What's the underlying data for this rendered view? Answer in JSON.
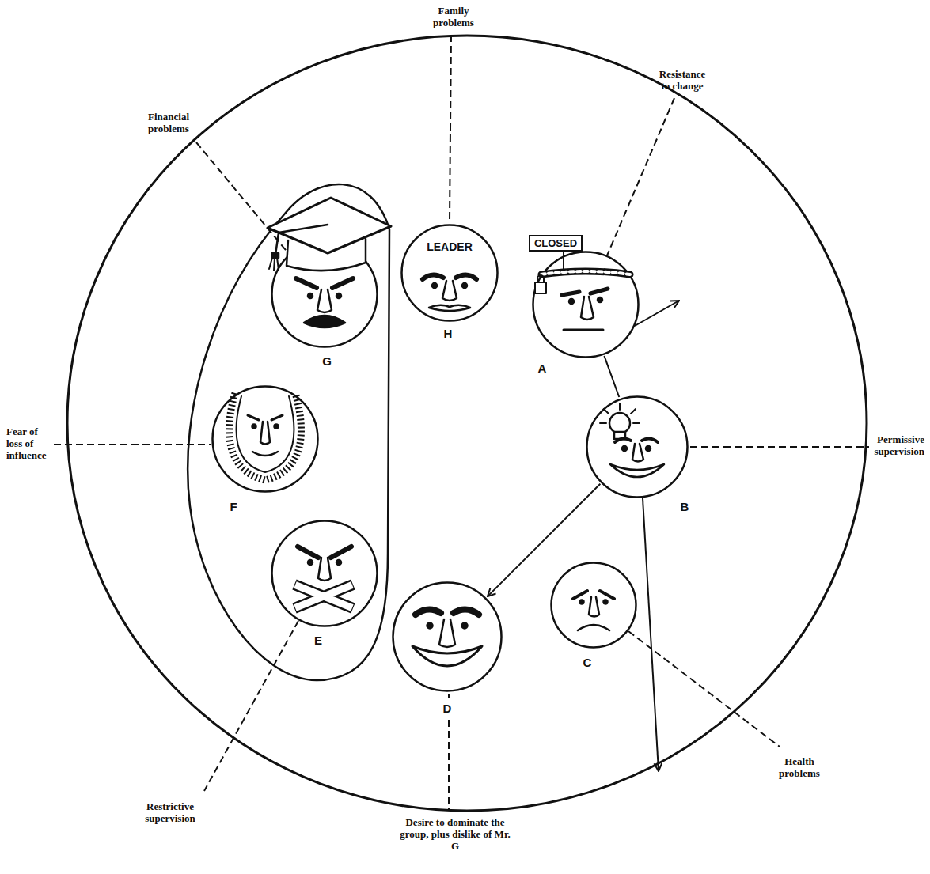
{
  "diagram": {
    "nodes": [
      {
        "text": [
          "G"
        ]
      },
      {
        "text": [
          "LEADER",
          "H"
        ]
      },
      {
        "text": [
          "CLOSED",
          "A"
        ]
      },
      {
        "text": [
          "B"
        ]
      },
      {
        "text": [
          "C"
        ]
      },
      {
        "text": [
          "D"
        ]
      },
      {
        "text": [
          "E"
        ]
      },
      {
        "text": [
          "F"
        ]
      }
    ],
    "edges": [
      {
        "from": 2,
        "to": 3,
        "arrow": "none"
      },
      {
        "from": 3,
        "to": 5,
        "arrow": "to"
      }
    ],
    "labels": [
      "Family problems",
      "Financial problems",
      "Resistance to change",
      "Permissive supervision",
      "Fear of loss of influence",
      "Health problems",
      "Restrictive supervision",
      "Desire to dominate the group, plus dislike of Mr. G"
    ]
  }
}
